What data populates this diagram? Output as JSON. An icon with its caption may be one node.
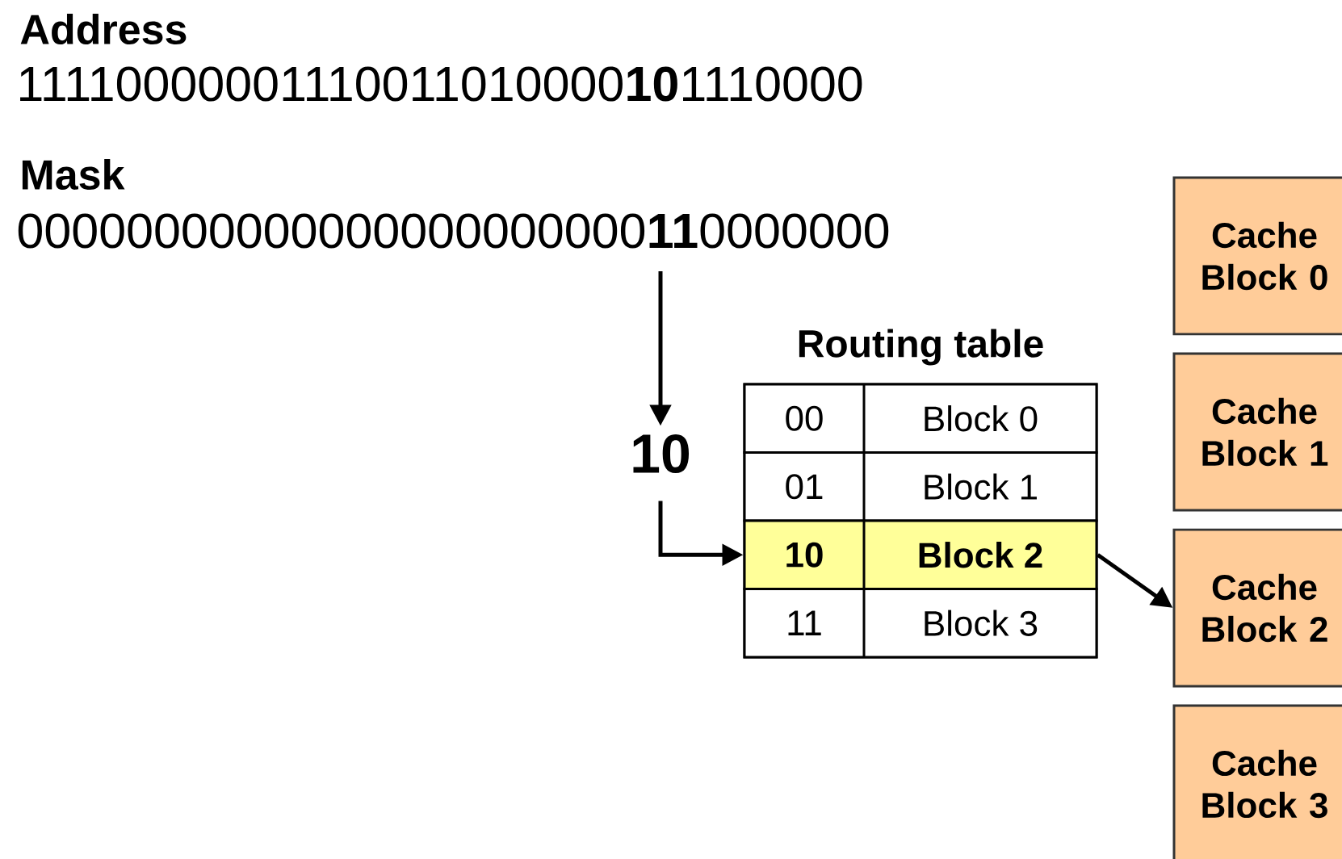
{
  "diagram": {
    "nodes": [
      {
        "text": [
          "Mask",
          "00000000000000000000000**11**0000000"
        ]
      },
      {
        "text": [
          "10"
        ]
      },
      {
        "text": [
          "Routing table"
        ]
      },
      {
        "text": [
          "00",
          "Block 0"
        ],
        "in": 2
      },
      {
        "text": [
          "01",
          "Block 1"
        ],
        "in": 2
      },
      {
        "text": [
          "10",
          "Block 2"
        ],
        "in": 2
      },
      {
        "text": [
          "11",
          "Block 3"
        ],
        "in": 2
      },
      {
        "text": [
          "Cache Block 0"
        ]
      },
      {
        "text": [
          "Cache Block 1"
        ]
      },
      {
        "text": [
          "Cache Block 2"
        ]
      },
      {
        "text": [
          "Cache Block 3"
        ]
      }
    ],
    "edges": [
      {
        "from": 0,
        "to": 1,
        "arrow": "to"
      },
      {
        "from": 1,
        "to": 5,
        "arrow": "to"
      },
      {
        "from": 5,
        "to": 9,
        "arrow": "to"
      }
    ],
    "labels": [
      "Address",
      "11110000001110011010000**10**1110000"
    ]
  }
}
